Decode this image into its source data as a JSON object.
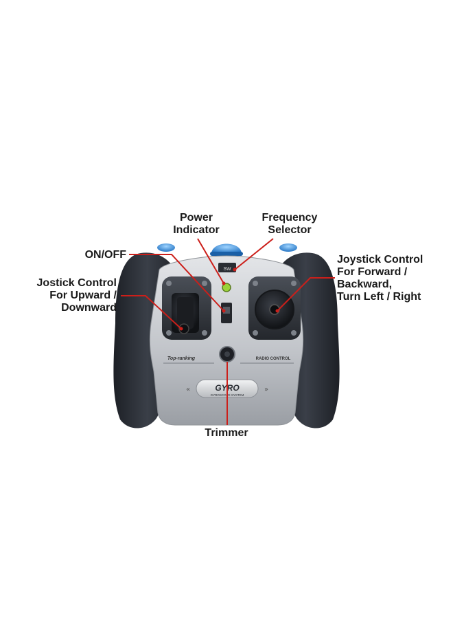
{
  "labels": {
    "power_indicator": [
      "Power",
      "Indicator"
    ],
    "frequency_selector": [
      "Frequency",
      "Selector"
    ],
    "on_off": [
      "ON/OFF"
    ],
    "joystick_right": [
      "Joystick Control",
      "For Forward /",
      "Backward,",
      "Turn Left / Right"
    ],
    "joystick_left": [
      "Jostick Control",
      "For Upward /",
      "Downward"
    ],
    "trimmer": [
      "Trimmer"
    ]
  },
  "device_text": {
    "top_switch": "SW",
    "left_tag": "Top-ranking",
    "right_tag": "RADIO CONTROL",
    "gyro_title": "GYRO",
    "gyro_sub": "GYROSCOPE SYSTEM"
  },
  "colors": {
    "callout_line": "#cc1f1a",
    "grip": "#2b2f36",
    "body_silver": "#c9ccd0",
    "button_blue": "#2f8fe0",
    "led_green": "#9bd23a"
  }
}
